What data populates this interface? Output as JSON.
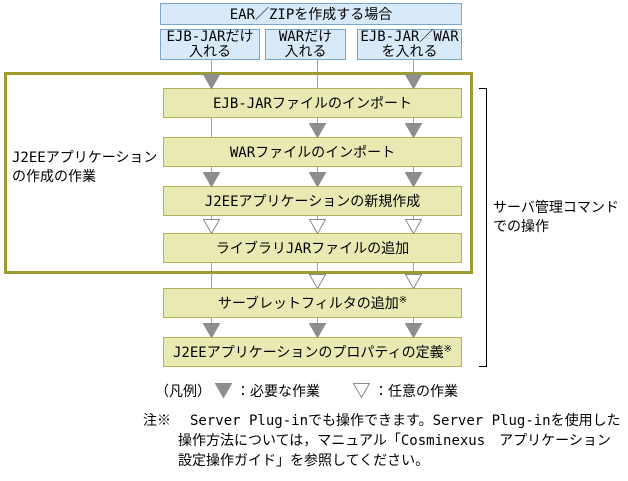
{
  "colors": {
    "background": "#ffffff",
    "case_box_fill": "#d8eaf9",
    "case_box_border": "#79a5d1",
    "step_box_fill": "#e9e9b3",
    "step_box_border": "#b2b257",
    "group_border": "#9c9c30",
    "line": "#a3a3a3",
    "arrow_fill": "#8e8e8e",
    "arrow_stroke": "#8a8a8a",
    "text": "#000000"
  },
  "flowchart": {
    "case_box": {
      "label": "EAR／ZIPを作成する場合"
    },
    "branch_boxes": [
      {
        "label": "EJB-JARだけ\n入れる"
      },
      {
        "label": "WARだけ\n入れる"
      },
      {
        "label": "EJB-JAR／WAR\nを入れる"
      }
    ],
    "steps": [
      {
        "label": "EJB-JARファイルのインポート",
        "arrows": [
          "required",
          null,
          "required"
        ]
      },
      {
        "label": "WARファイルのインポート",
        "arrows": [
          null,
          "required",
          "required"
        ]
      },
      {
        "label": "J2EEアプリケーションの新規作成",
        "arrows": [
          "required",
          "required",
          "required"
        ]
      },
      {
        "label": "ライブラリJARファイルの追加",
        "arrows": [
          "optional",
          "optional",
          "optional"
        ]
      },
      {
        "label": "サーブレットフィルタの追加",
        "sup": "※",
        "arrows": [
          null,
          "optional",
          "optional"
        ]
      },
      {
        "label": "J2EEアプリケーションのプロパティの定義",
        "sup": "※",
        "arrows": [
          "required",
          "required",
          "required"
        ]
      }
    ],
    "group_label": "J2EEアプリケーション\nの作成の作業",
    "bracket_label": "サーバ管理コマンド\nでの操作"
  },
  "legend": {
    "title": "（凡例）",
    "items": [
      {
        "symbol": "required-arrow",
        "label": "：必要な作業"
      },
      {
        "symbol": "optional-arrow",
        "label": "：任意の作業"
      }
    ]
  },
  "note": {
    "marker": "注※",
    "lines": [
      "Server Plug-inでも操作できます。Server Plug-inを使用した",
      "操作方法については，マニュアル「Cosminexus　アプリケーション",
      "設定操作ガイド」を参照してください。"
    ]
  }
}
